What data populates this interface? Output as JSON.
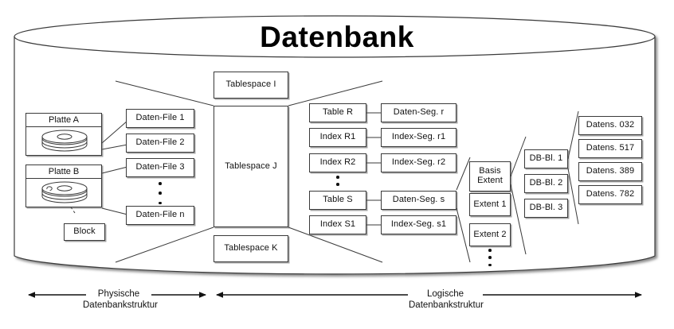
{
  "diagram": {
    "title": "Datenbank",
    "title_icon": "database-cylinder-icon"
  },
  "physical": {
    "disks": [
      {
        "id": "platte-a",
        "label": "Platte A",
        "icon": "disk-platter-icon"
      },
      {
        "id": "platte-b",
        "label": "Platte B",
        "icon": "disk-platter-icon"
      }
    ],
    "block": {
      "label": "Block"
    },
    "datafiles": [
      {
        "label": "Daten-File 1"
      },
      {
        "label": "Daten-File 2"
      },
      {
        "label": "Daten-File 3"
      },
      {
        "label": "Daten-File n"
      }
    ],
    "datafiles_ellipsis": "vertical-ellipsis"
  },
  "tablespaces": [
    {
      "label": "Tablespace I"
    },
    {
      "label": "Tablespace J"
    },
    {
      "label": "Tablespace K"
    }
  ],
  "objects": [
    {
      "label": "Table R"
    },
    {
      "label": "Index R1"
    },
    {
      "label": "Index R2"
    },
    {
      "label": "Table S"
    },
    {
      "label": "Index S1"
    }
  ],
  "segments": [
    {
      "label": "Daten-Seg. r"
    },
    {
      "label": "Index-Seg. r1"
    },
    {
      "label": "Index-Seg. r2"
    },
    {
      "label": "Daten-Seg. s"
    },
    {
      "label": "Index-Seg. s1"
    }
  ],
  "extents": [
    {
      "line1": "Basis",
      "line2": "Extent"
    },
    {
      "line1": "Extent 1",
      "line2": ""
    },
    {
      "line1": "Extent 2",
      "line2": ""
    }
  ],
  "db_blocks": [
    {
      "label": "DB-Bl. 1"
    },
    {
      "label": "DB-Bl. 2"
    },
    {
      "label": "DB-Bl. 3"
    }
  ],
  "records": [
    {
      "label": "Datens. 032"
    },
    {
      "label": "Datens. 517"
    },
    {
      "label": "Datens. 389"
    },
    {
      "label": "Datens. 782"
    }
  ],
  "axes": [
    {
      "id": "physical",
      "line1": "Physische",
      "line2": "Datenbankstruktur"
    },
    {
      "id": "logical",
      "line1": "Logische",
      "line2": "Datenbankstruktur"
    }
  ],
  "colors": {
    "stroke": "#3a3a3a",
    "text": "#111111",
    "background": "#ffffff",
    "shadow": "#5a5a5a"
  }
}
